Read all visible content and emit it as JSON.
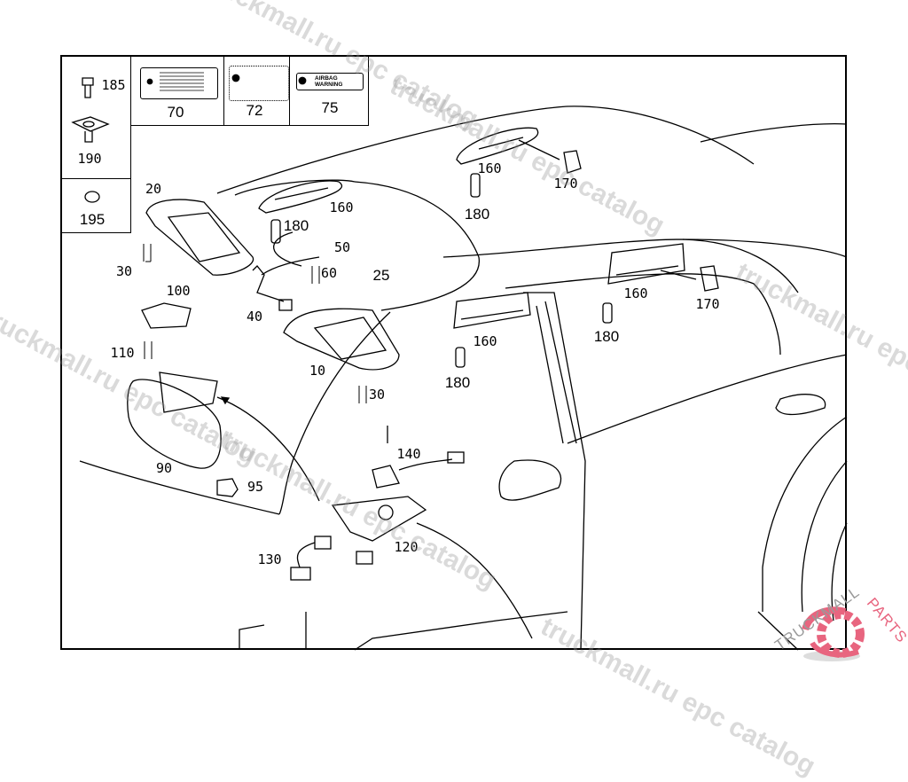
{
  "legend_boxes": {
    "item_185": "185",
    "item_190": "190",
    "item_195": "195",
    "item_70": "70",
    "item_72": "72",
    "item_75": "75",
    "airbag_label_text": "AIRBAG WARNING"
  },
  "callouts": [
    {
      "id": "20",
      "text": "20"
    },
    {
      "id": "180a",
      "text": "180"
    },
    {
      "id": "160a",
      "text": "160"
    },
    {
      "id": "50",
      "text": "50"
    },
    {
      "id": "60",
      "text": "60"
    },
    {
      "id": "30a",
      "text": "30"
    },
    {
      "id": "100",
      "text": "100"
    },
    {
      "id": "40",
      "text": "40"
    },
    {
      "id": "25",
      "text": "25"
    },
    {
      "id": "110",
      "text": "110"
    },
    {
      "id": "10",
      "text": "10"
    },
    {
      "id": "30b",
      "text": "30"
    },
    {
      "id": "90",
      "text": "90"
    },
    {
      "id": "95",
      "text": "95"
    },
    {
      "id": "140",
      "text": "140"
    },
    {
      "id": "130",
      "text": "130"
    },
    {
      "id": "120",
      "text": "120"
    },
    {
      "id": "160b",
      "text": "160"
    },
    {
      "id": "170a",
      "text": "170"
    },
    {
      "id": "180b",
      "text": "180"
    },
    {
      "id": "160c",
      "text": "160"
    },
    {
      "id": "180c",
      "text": "180"
    },
    {
      "id": "160d",
      "text": "160"
    },
    {
      "id": "170b",
      "text": "170"
    },
    {
      "id": "180d",
      "text": "180"
    }
  ],
  "watermark": "truckmall.ru epc catalog",
  "logo": {
    "text_left": "TRUCKMALL",
    "text_right": "PARTS",
    "color_gray": "#9a9a9a",
    "color_pink": "#e8657f"
  }
}
